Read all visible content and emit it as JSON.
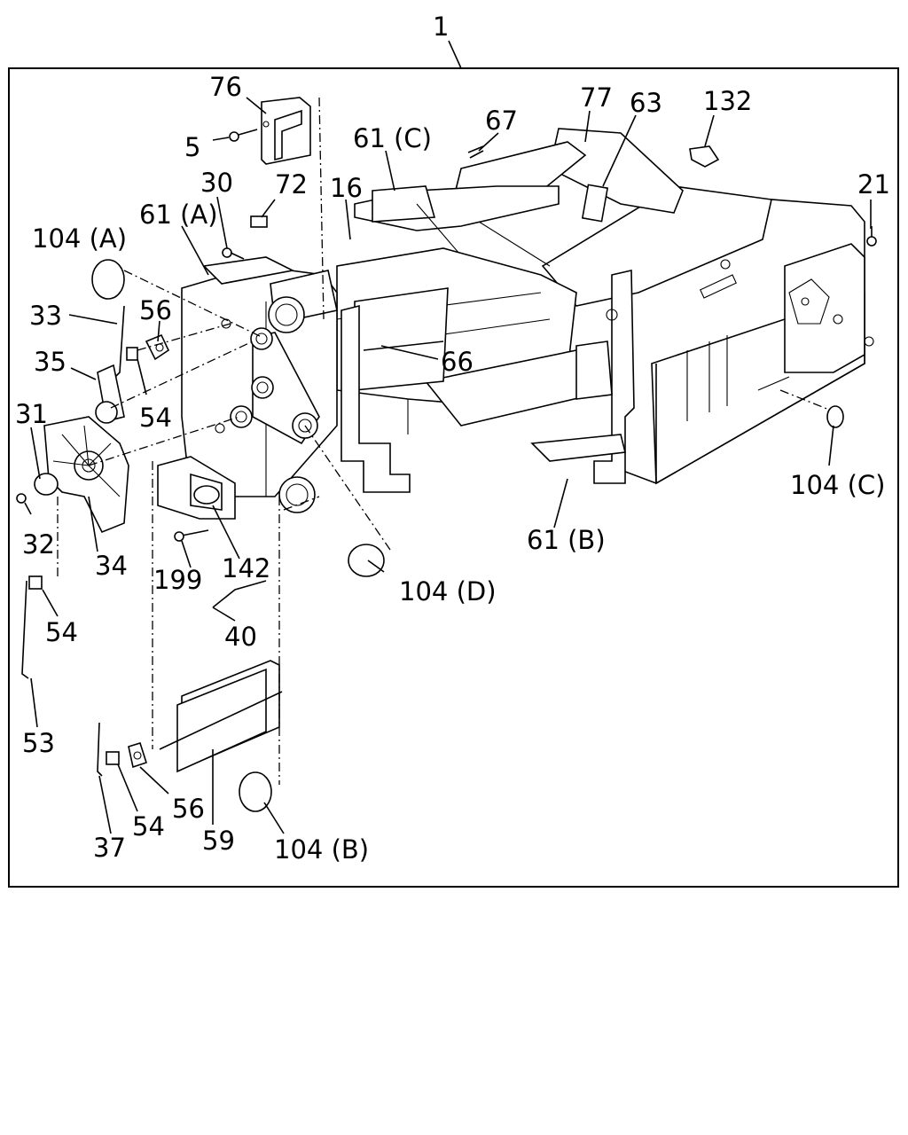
{
  "diagram": {
    "assembly_label": "1",
    "callouts": [
      {
        "id": "c76",
        "text": "76"
      },
      {
        "id": "c5",
        "text": "5"
      },
      {
        "id": "c30",
        "text": "30"
      },
      {
        "id": "c72",
        "text": "72"
      },
      {
        "id": "c16",
        "text": "16"
      },
      {
        "id": "c61c",
        "text": "61 (C)"
      },
      {
        "id": "c67",
        "text": "67"
      },
      {
        "id": "c77",
        "text": "77"
      },
      {
        "id": "c63",
        "text": "63"
      },
      {
        "id": "c132",
        "text": "132"
      },
      {
        "id": "c21",
        "text": "21"
      },
      {
        "id": "c61a",
        "text": "61 (A)"
      },
      {
        "id": "c104a",
        "text": "104 (A)"
      },
      {
        "id": "c33",
        "text": "33"
      },
      {
        "id": "c56a",
        "text": "56"
      },
      {
        "id": "c35",
        "text": "35"
      },
      {
        "id": "c54a",
        "text": "54"
      },
      {
        "id": "c31",
        "text": "31"
      },
      {
        "id": "c66",
        "text": "66"
      },
      {
        "id": "c32",
        "text": "32"
      },
      {
        "id": "c34",
        "text": "34"
      },
      {
        "id": "c199",
        "text": "199"
      },
      {
        "id": "c142",
        "text": "142"
      },
      {
        "id": "c54b",
        "text": "54"
      },
      {
        "id": "c40",
        "text": "40"
      },
      {
        "id": "c104d",
        "text": "104 (D)"
      },
      {
        "id": "c61b",
        "text": "61 (B)"
      },
      {
        "id": "c104c",
        "text": "104 (C)"
      },
      {
        "id": "c53",
        "text": "53"
      },
      {
        "id": "c56b",
        "text": "56"
      },
      {
        "id": "c54c",
        "text": "54"
      },
      {
        "id": "c37",
        "text": "37"
      },
      {
        "id": "c59",
        "text": "59"
      },
      {
        "id": "c104b",
        "text": "104 (B)"
      }
    ]
  }
}
